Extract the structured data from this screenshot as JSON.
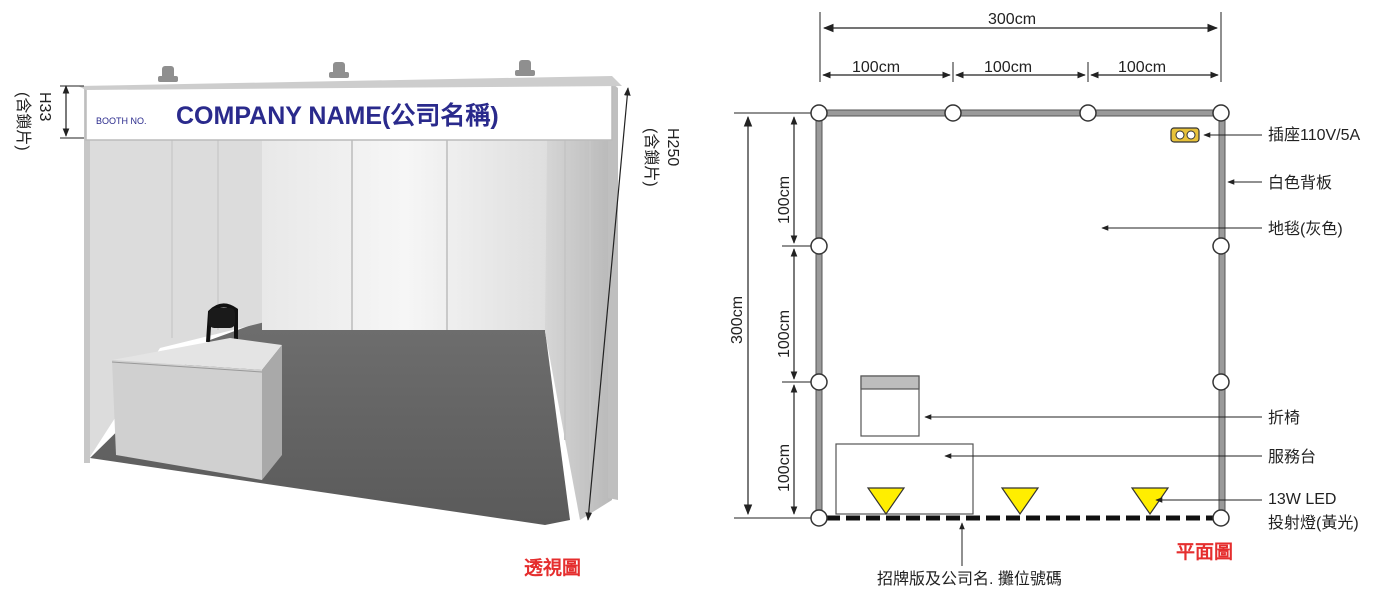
{
  "perspective": {
    "booth_no": "BOOTH NO.",
    "company_name": "COMPANY NAME(公司名稱)",
    "fascia_height": "H33",
    "fascia_note": "(含鎖片)",
    "wall_height": "H250",
    "wall_note": "(含鎖片)",
    "caption": "透視圖"
  },
  "plan": {
    "caption": "平面圖",
    "dim_total_width": "300cm",
    "dim_segments": [
      "100cm",
      "100cm",
      "100cm"
    ],
    "dim_total_depth": "300cm",
    "dim_depth_segments": [
      "100cm",
      "100cm",
      "100cm"
    ],
    "labels": {
      "socket": "插座110V/5A",
      "wall": "白色背板",
      "carpet": "地毯(灰色)",
      "chair": "折椅",
      "counter": "服務台",
      "spotlight_1": "13W LED",
      "spotlight_2": "投射燈(黃光)",
      "fascia": "招牌版及公司名. 攤位號碼"
    },
    "colors": {
      "wall": "#9a9a9a",
      "spotlight": "#ffee00",
      "caption": "#e52e2e",
      "text_blue": "#2a2a8c"
    }
  }
}
